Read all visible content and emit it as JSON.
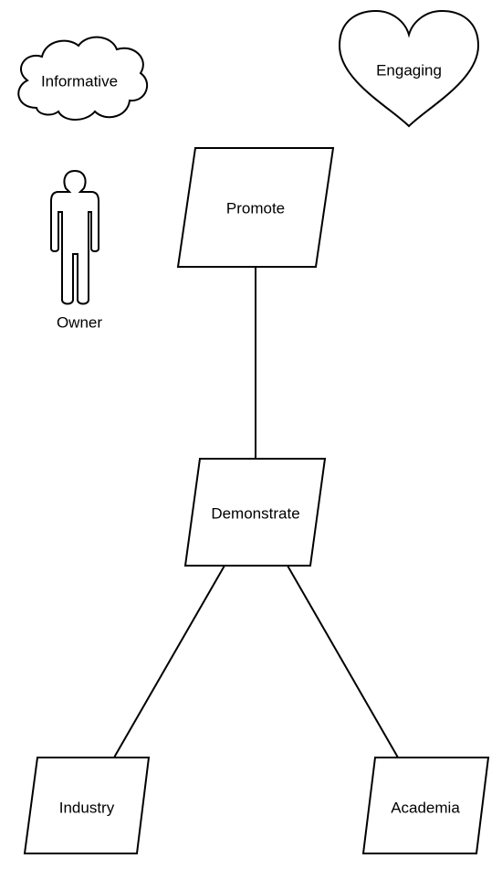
{
  "nodes": {
    "informative": {
      "label": "Informative",
      "shape": "cloud"
    },
    "engaging": {
      "label": "Engaging",
      "shape": "heart"
    },
    "owner": {
      "label": "Owner",
      "shape": "actor"
    },
    "promote": {
      "label": "Promote",
      "shape": "parallelogram"
    },
    "demonstrate": {
      "label": "Demonstrate",
      "shape": "parallelogram"
    },
    "industry": {
      "label": "Industry",
      "shape": "parallelogram"
    },
    "academia": {
      "label": "Academia",
      "shape": "parallelogram"
    }
  },
  "edges": [
    {
      "from": "promote",
      "to": "demonstrate"
    },
    {
      "from": "demonstrate",
      "to": "industry"
    },
    {
      "from": "demonstrate",
      "to": "academia"
    }
  ],
  "colors": {
    "stroke": "#000000",
    "fill": "#ffffff",
    "background": "#ffffff"
  }
}
